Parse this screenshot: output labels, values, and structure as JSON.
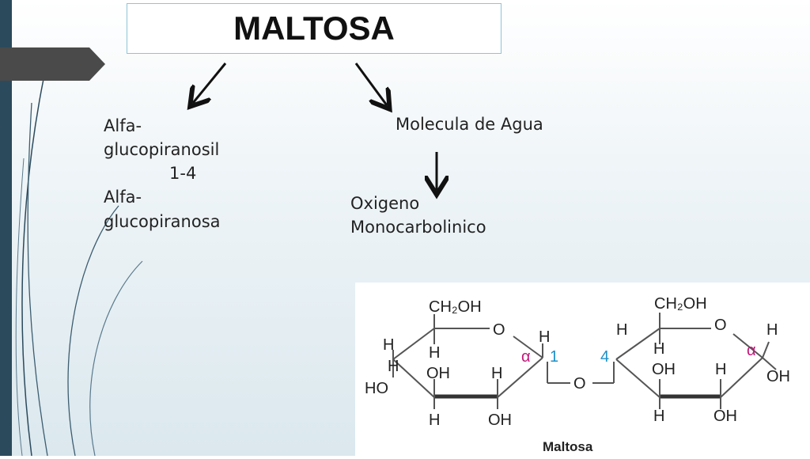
{
  "title": "MALTOSA",
  "left_text": {
    "line1": "Alfa-",
    "line2": "glucopiranosil",
    "line3": "1-4",
    "line4": "Alfa-",
    "line5": "glucopiranosa"
  },
  "right_text": {
    "water": "Molecula de Agua",
    "oxygen_line1": "Oxigeno",
    "oxygen_line2": "Monocarbolinico"
  },
  "structure": {
    "caption": "Maltosa",
    "left_ring": {
      "ch2oh": "CH₂OH",
      "o": "O",
      "h_c5_top": "H",
      "h_c4_top": "H",
      "h_c5_bottom": "H",
      "oh_c4": "OH",
      "ho_left": "HO",
      "h_c3": "H",
      "h_c2_bottom": "H",
      "oh_c2": "OH",
      "h_anomeric": "H",
      "alpha": "α",
      "num": "1"
    },
    "bridge_o": "O",
    "right_ring": {
      "num": "4",
      "ch2oh": "CH₂OH",
      "o": "O",
      "h_c4_top": "H",
      "h_c5_bottom": "H",
      "oh_c3": "OH",
      "h_c2": "H",
      "h_c3_bottom": "H",
      "oh_c2": "OH",
      "h_anomeric": "H",
      "alpha": "α",
      "oh_anomeric": "OH"
    },
    "colors": {
      "alpha": "#c2187a",
      "number": "#1e90c8"
    }
  }
}
